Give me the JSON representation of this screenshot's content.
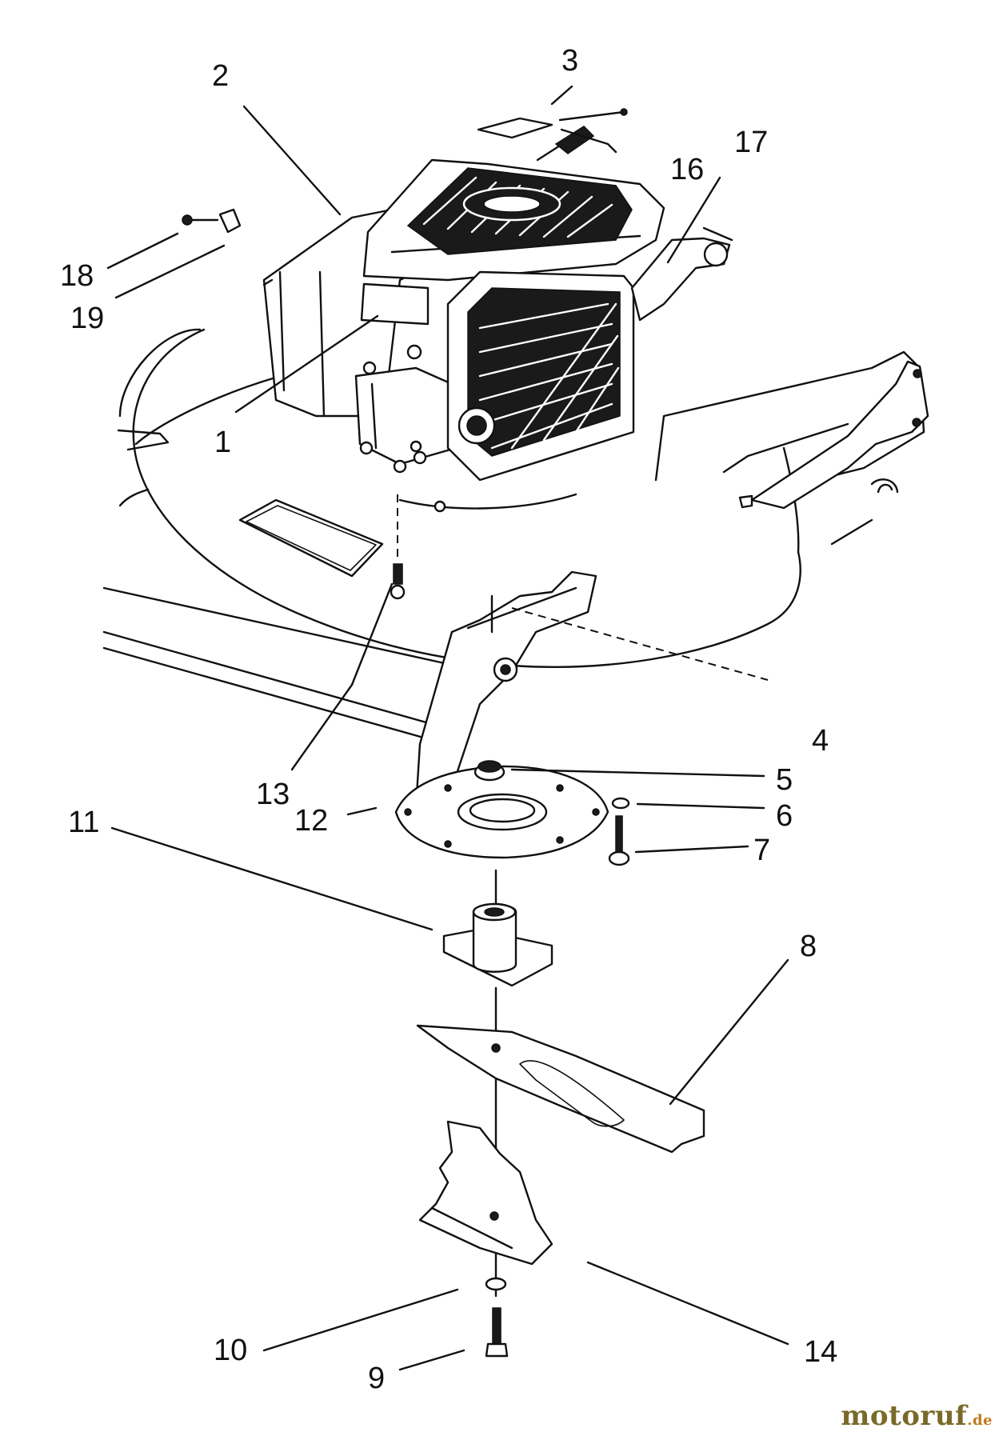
{
  "callouts": [
    {
      "id": "c1",
      "label": "1"
    },
    {
      "id": "c2",
      "label": "2"
    },
    {
      "id": "c3",
      "label": "3"
    },
    {
      "id": "c4",
      "label": "4"
    },
    {
      "id": "c5",
      "label": "5"
    },
    {
      "id": "c6",
      "label": "6"
    },
    {
      "id": "c7",
      "label": "7"
    },
    {
      "id": "c8",
      "label": "8"
    },
    {
      "id": "c9",
      "label": "9"
    },
    {
      "id": "c10",
      "label": "10"
    },
    {
      "id": "c11",
      "label": "11"
    },
    {
      "id": "c12",
      "label": "12"
    },
    {
      "id": "c13",
      "label": "13"
    },
    {
      "id": "c14",
      "label": "14"
    },
    {
      "id": "c16",
      "label": "16"
    },
    {
      "id": "c17",
      "label": "17"
    },
    {
      "id": "c18",
      "label": "18"
    },
    {
      "id": "c19",
      "label": "19"
    }
  ],
  "watermark": {
    "main": "motoruf",
    "tld": ".de"
  }
}
